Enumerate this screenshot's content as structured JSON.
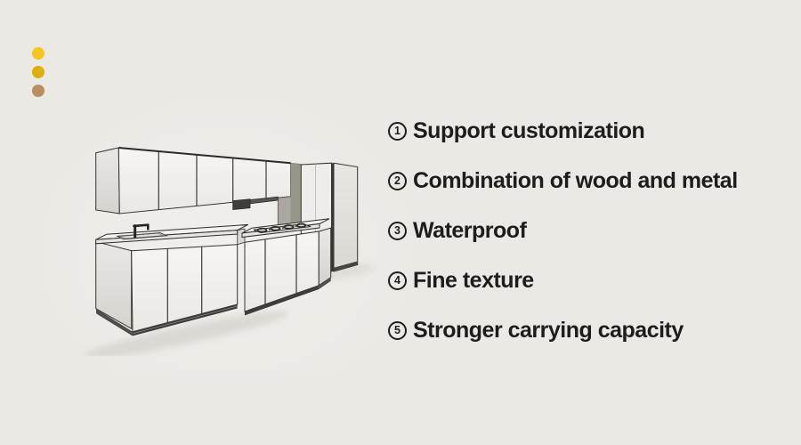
{
  "page": {
    "background_color": "#ebe9e4"
  },
  "decor_dots": {
    "items": [
      {
        "name": "dot-bright-yellow",
        "color": "#f6c524"
      },
      {
        "name": "dot-gold",
        "color": "#dcae12"
      },
      {
        "name": "dot-tan",
        "color": "#b98e62"
      }
    ]
  },
  "illustration": {
    "name": "kitchen-cabinet-line-render",
    "subject": "Minimalist white kitchen cabinets: wall cabinets with range hood, tall cabinet, base cabinets with sink, faucet and gas cooktop",
    "outline_color": "#35342f",
    "fill_color": "#f2f1ed"
  },
  "features": {
    "text_color": "#1e1d1b",
    "items": [
      {
        "number": "1",
        "label": "Support customization"
      },
      {
        "number": "2",
        "label": "Combination of wood and metal"
      },
      {
        "number": "3",
        "label": "Waterproof"
      },
      {
        "number": "4",
        "label": "Fine texture"
      },
      {
        "number": "5",
        "label": "Stronger carrying capacity"
      }
    ]
  }
}
